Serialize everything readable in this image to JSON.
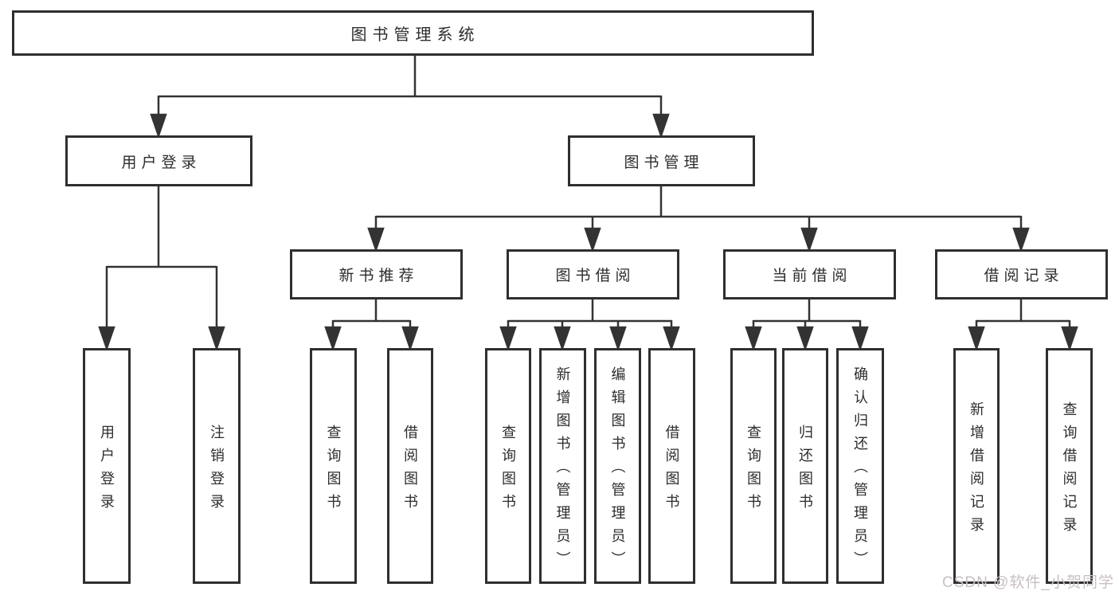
{
  "diagram": {
    "type": "tree",
    "root": {
      "label": "图书管理系统",
      "children": [
        {
          "label": "用户登录",
          "children": [
            {
              "label": "用户登录"
            },
            {
              "label": "注销登录"
            }
          ]
        },
        {
          "label": "图书管理",
          "children": [
            {
              "label": "新书推荐",
              "children": [
                {
                  "label": "查询图书"
                },
                {
                  "label": "借阅图书"
                }
              ]
            },
            {
              "label": "图书借阅",
              "children": [
                {
                  "label": "查询图书"
                },
                {
                  "label": "新增图书（管理员）"
                },
                {
                  "label": "编辑图书（管理员）"
                },
                {
                  "label": "借阅图书"
                }
              ]
            },
            {
              "label": "当前借阅",
              "children": [
                {
                  "label": "查询图书"
                },
                {
                  "label": "归还图书"
                },
                {
                  "label": "确认归还（管理员）"
                }
              ]
            },
            {
              "label": "借阅记录",
              "children": [
                {
                  "label": "新增借阅记录"
                },
                {
                  "label": "查询借阅记录"
                }
              ]
            }
          ]
        }
      ]
    }
  },
  "watermark": "CSDN @软件_小贺同学",
  "colors": {
    "box_border": "#2f2f2f",
    "connector_line": "#333333",
    "text": "#2d2d2d",
    "background": "#ffffff",
    "watermark": "#c8c0c0"
  }
}
